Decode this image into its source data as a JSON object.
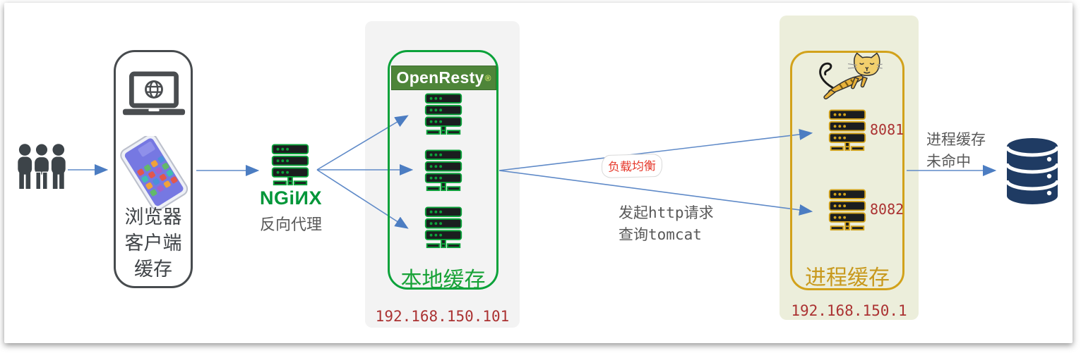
{
  "diagram": {
    "browser": {
      "lines": [
        "浏览器",
        "客户端",
        "缓存"
      ]
    },
    "nginx": {
      "wordmark": "NGiИX",
      "caption": "反向代理"
    },
    "openresty": {
      "logo_text": "OpenResty",
      "logo_reg": "®",
      "caption": "本地缓存",
      "ip": "192.168.150.101"
    },
    "tomcat": {
      "ports": [
        "8081",
        "8082"
      ],
      "caption": "进程缓存",
      "ip": "192.168.150.1"
    },
    "edges": {
      "load_balance": "负载均衡",
      "http_line1": "发起http请求",
      "http_line2": "查询tomcat",
      "miss_line1": "进程缓存",
      "miss_line2": "未命中"
    },
    "icons": {
      "users": "users-icon",
      "laptop": "laptop-globe-icon",
      "phone": "smartphone-icon",
      "server": "server-rack-icon",
      "tomcat": "tomcat-cat-logo-icon",
      "database": "database-cylinder-icon"
    },
    "colors": {
      "arrow_blue": "#5f8ac8",
      "nginx_green": "#009639",
      "openresty_green": "#0ba23a",
      "openresty_banner": "#4e8539",
      "local_cache_green": "#18a237",
      "tomcat_gold": "#d2a21b",
      "ip_red": "#ab3232",
      "load_balance_red": "#e6392c",
      "db_navy": "#1f3b63",
      "panel_gray": "#f3f3f3",
      "panel_olive": "#eceedb"
    }
  }
}
